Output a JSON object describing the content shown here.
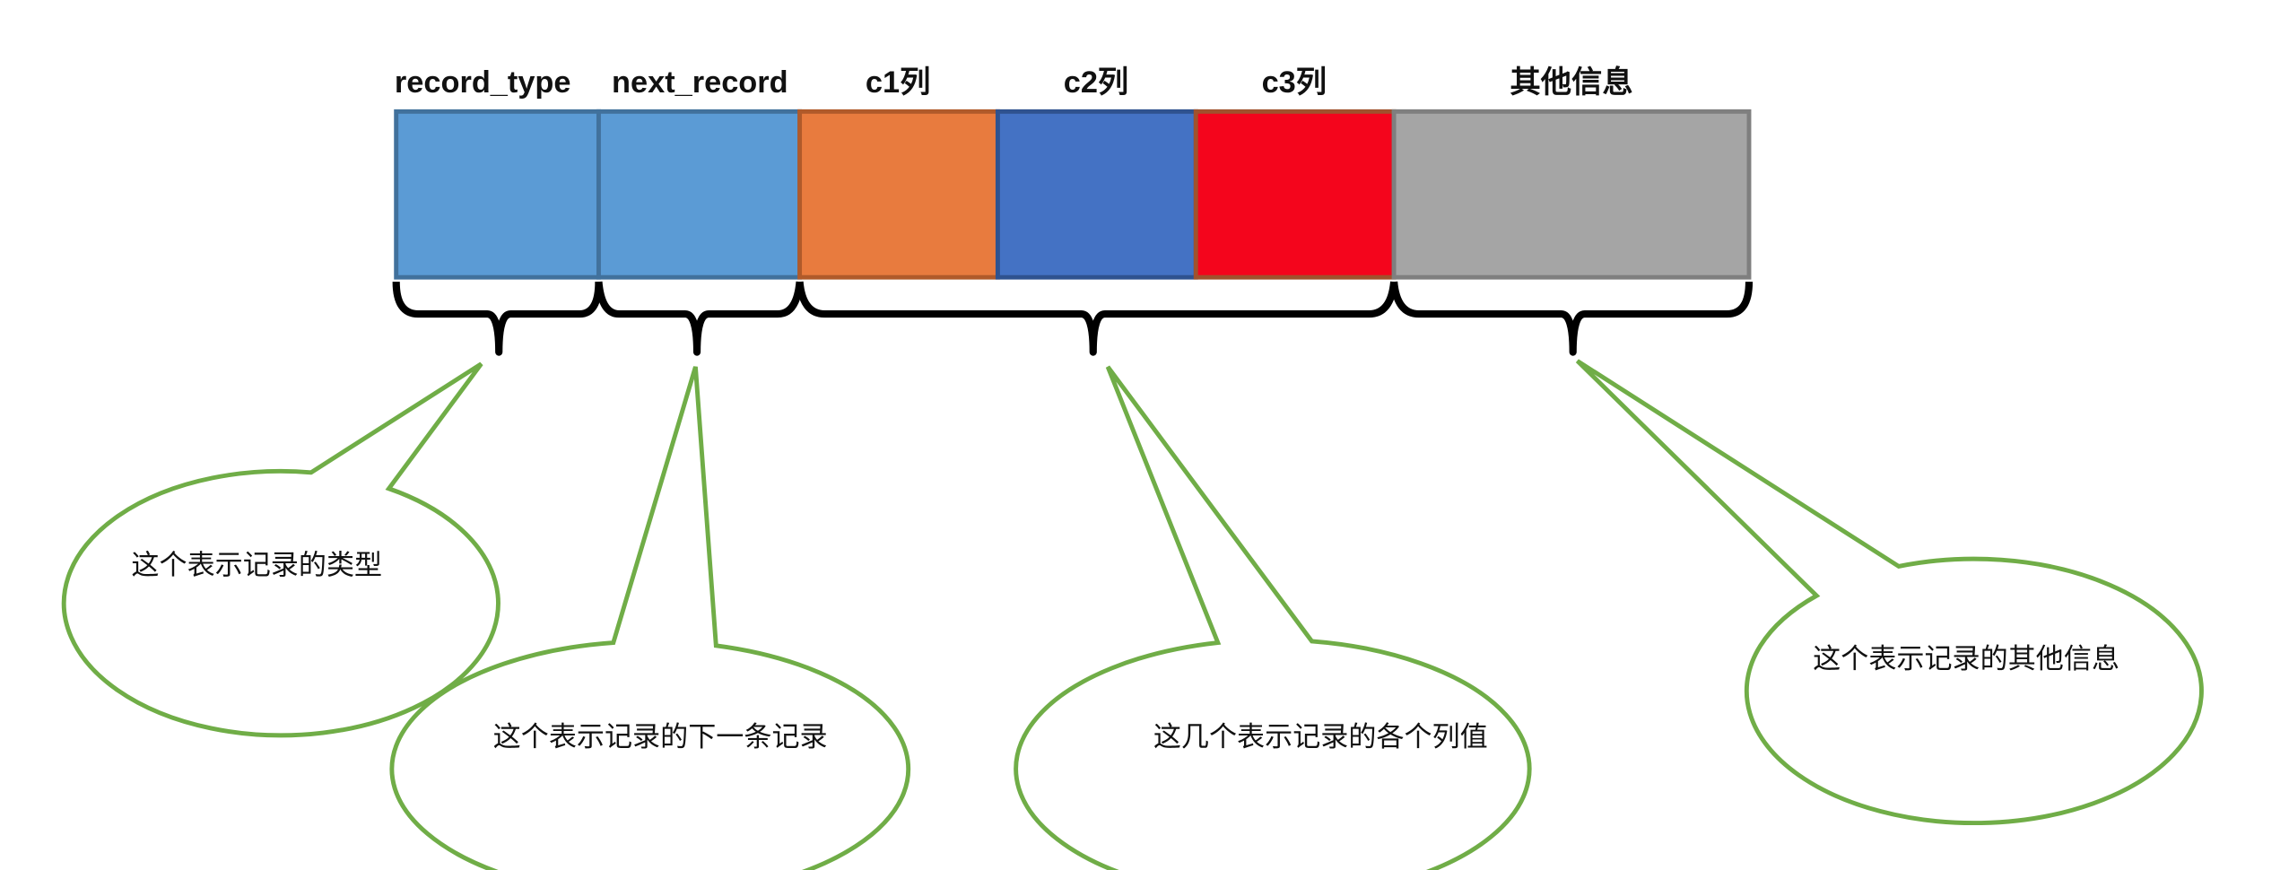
{
  "fields": [
    {
      "label": "record_type",
      "color": "#5b9bd5",
      "border": "#41719c"
    },
    {
      "label": "next_record",
      "color": "#5b9bd5",
      "border": "#41719c"
    },
    {
      "label": "c1列",
      "color": "#e87b3e",
      "border": "#b05a2a"
    },
    {
      "label": "c2列",
      "color": "#4472c4",
      "border": "#2f528f"
    },
    {
      "label": "c3列",
      "color": "#f4051c",
      "border": "#a0522d"
    },
    {
      "label": "其他信息",
      "color": "#a5a5a5",
      "border": "#7f7f7f"
    }
  ],
  "callouts": [
    {
      "text": "这个表示记录的类型"
    },
    {
      "text": "这个表示记录的下一条记录"
    },
    {
      "text": "这几个表示记录的各个列值"
    },
    {
      "text": "这个表示记录的其他信息"
    }
  ],
  "colors": {
    "callout_border": "#70ad47"
  }
}
